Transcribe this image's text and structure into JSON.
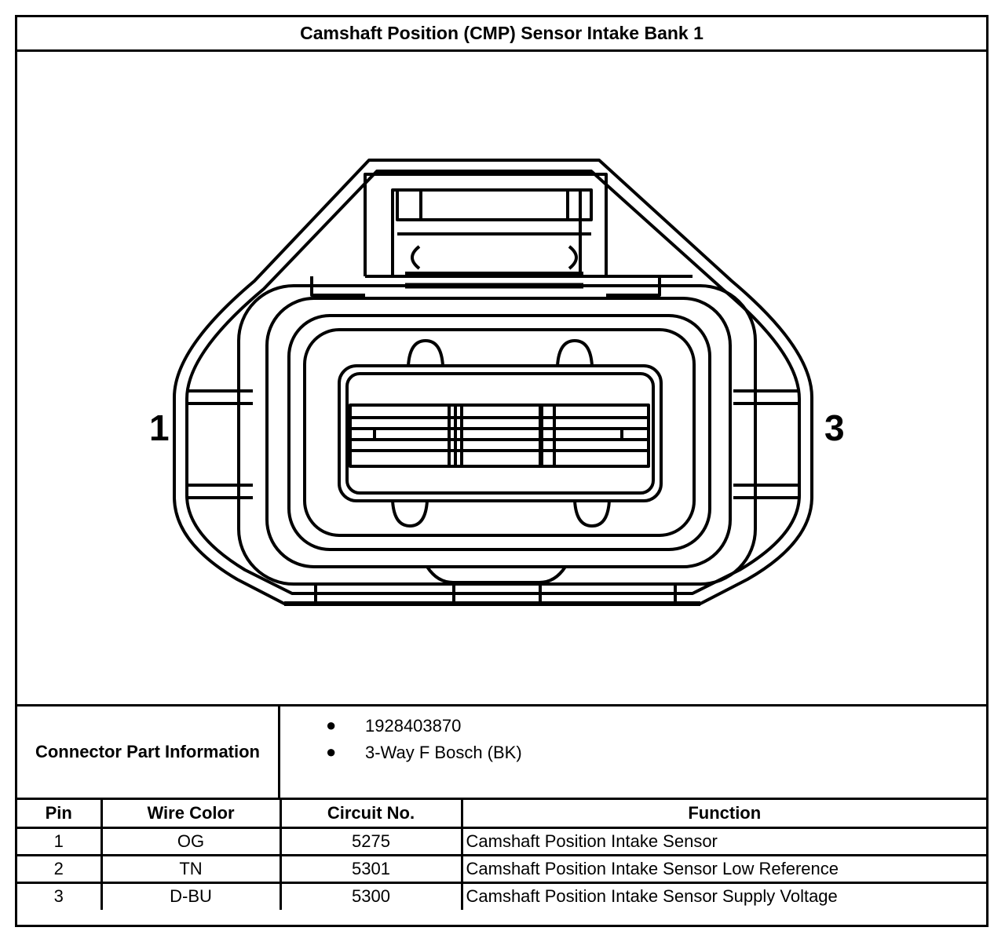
{
  "title": "Camshaft Position (CMP) Sensor Intake Bank 1",
  "diagram": {
    "pin_left_label": "1",
    "pin_right_label": "3"
  },
  "connector_info": {
    "label": "Connector Part Information",
    "items": [
      "1928403870",
      "3-Way F Bosch (BK)"
    ]
  },
  "pin_table": {
    "headers": [
      "Pin",
      "Wire Color",
      "Circuit No.",
      "Function"
    ],
    "rows": [
      [
        "1",
        "OG",
        "5275",
        "Camshaft Position Intake Sensor"
      ],
      [
        "2",
        "TN",
        "5301",
        "Camshaft Position Intake Sensor Low Reference"
      ],
      [
        "3",
        "D-BU",
        "5300",
        "Camshaft Position Intake Sensor Supply Voltage"
      ]
    ]
  }
}
